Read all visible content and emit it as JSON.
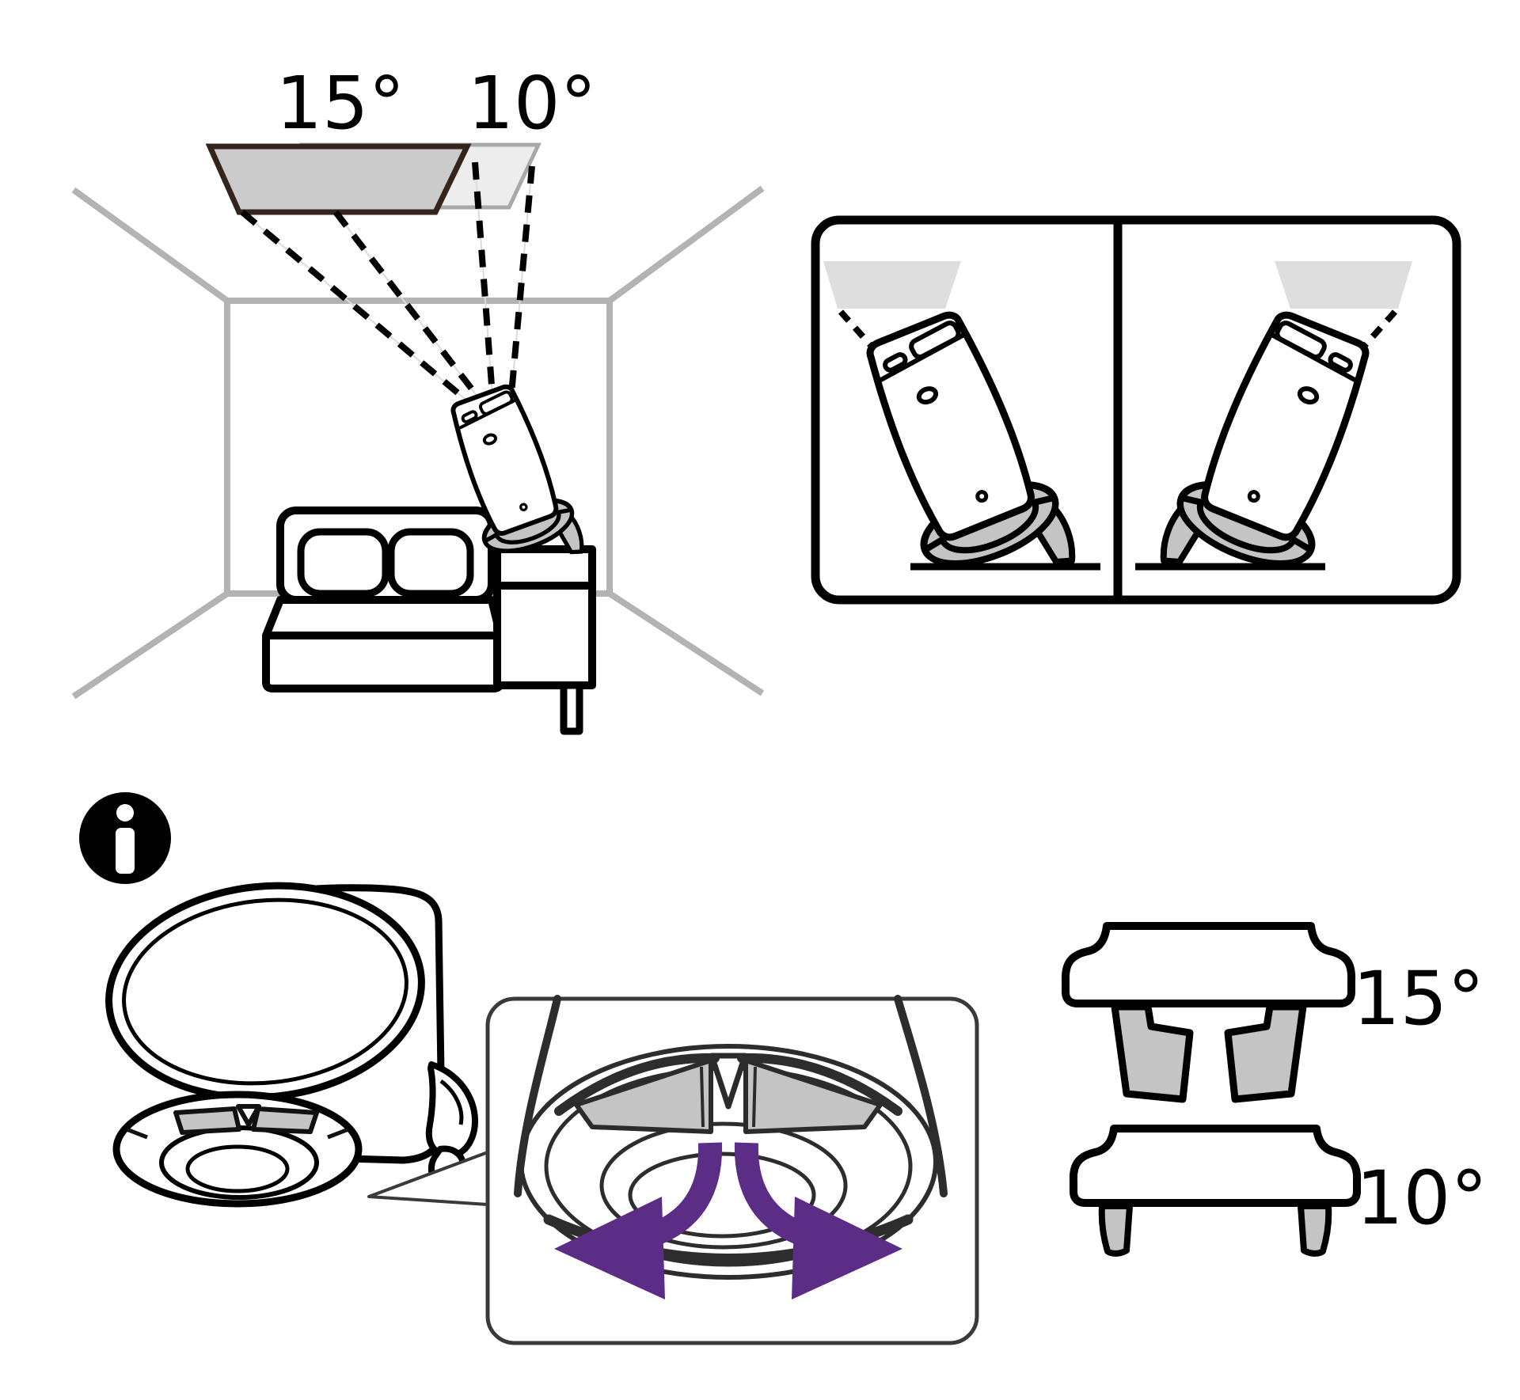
{
  "figure": {
    "title": "projector-tilt-installation-diagram",
    "scene": {
      "ceiling_label_15": "15°",
      "ceiling_label_10": "10°"
    },
    "stands": {
      "extended_label": "15°",
      "retracted_label": "10°"
    },
    "info_icon_glyph": "i",
    "colors": {
      "ink": "#000000",
      "room_line": "#b3b3b3",
      "projection_dark_fill": "#cbcbcb",
      "projection_dark_border": "#33241e",
      "projection_light_fill": "#ededed",
      "projection_light_border": "#a9a9a9",
      "panel_projection_fill": "#dedede",
      "device_gray": "#c4c4c4",
      "arrow_purple": "#5b2d87",
      "inset_line": "#2d2d2d"
    }
  }
}
